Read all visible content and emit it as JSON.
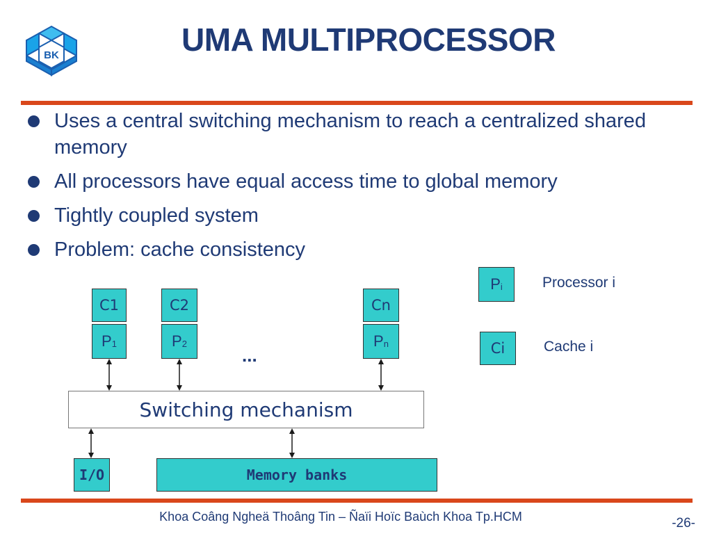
{
  "slide": {
    "title": "UMA MULTIPROCESSOR",
    "logo_text": "BK",
    "bullets": [
      "Uses a central switching mechanism to reach a centralized shared memory",
      "All processors have equal access time to global memory",
      "Tightly coupled system",
      "Problem: cache consistency"
    ],
    "footer": "Khoa Coâng Ngheä Thoâng Tin – Ñaïi Hoïc Baùch Khoa Tp.HCM",
    "page_number": "-26-"
  },
  "diagram": {
    "caches": [
      "C1",
      "C2",
      "Cn"
    ],
    "processors": [
      {
        "base": "P",
        "sub": "1"
      },
      {
        "base": "P",
        "sub": "2"
      },
      {
        "base": "P",
        "sub": "n"
      }
    ],
    "ellipsis": "...",
    "switch_label": "Switching mechanism",
    "io_label": "I/O",
    "memory_label": "Memory banks",
    "legend": {
      "processor_box": {
        "base": "P",
        "sub": "i"
      },
      "processor_text": "Processor i",
      "cache_box": "Ci",
      "cache_text": "Cache i"
    }
  },
  "colors": {
    "title": "#1f3a75",
    "box_fill": "#33cccc",
    "rule": "#d9471b"
  }
}
